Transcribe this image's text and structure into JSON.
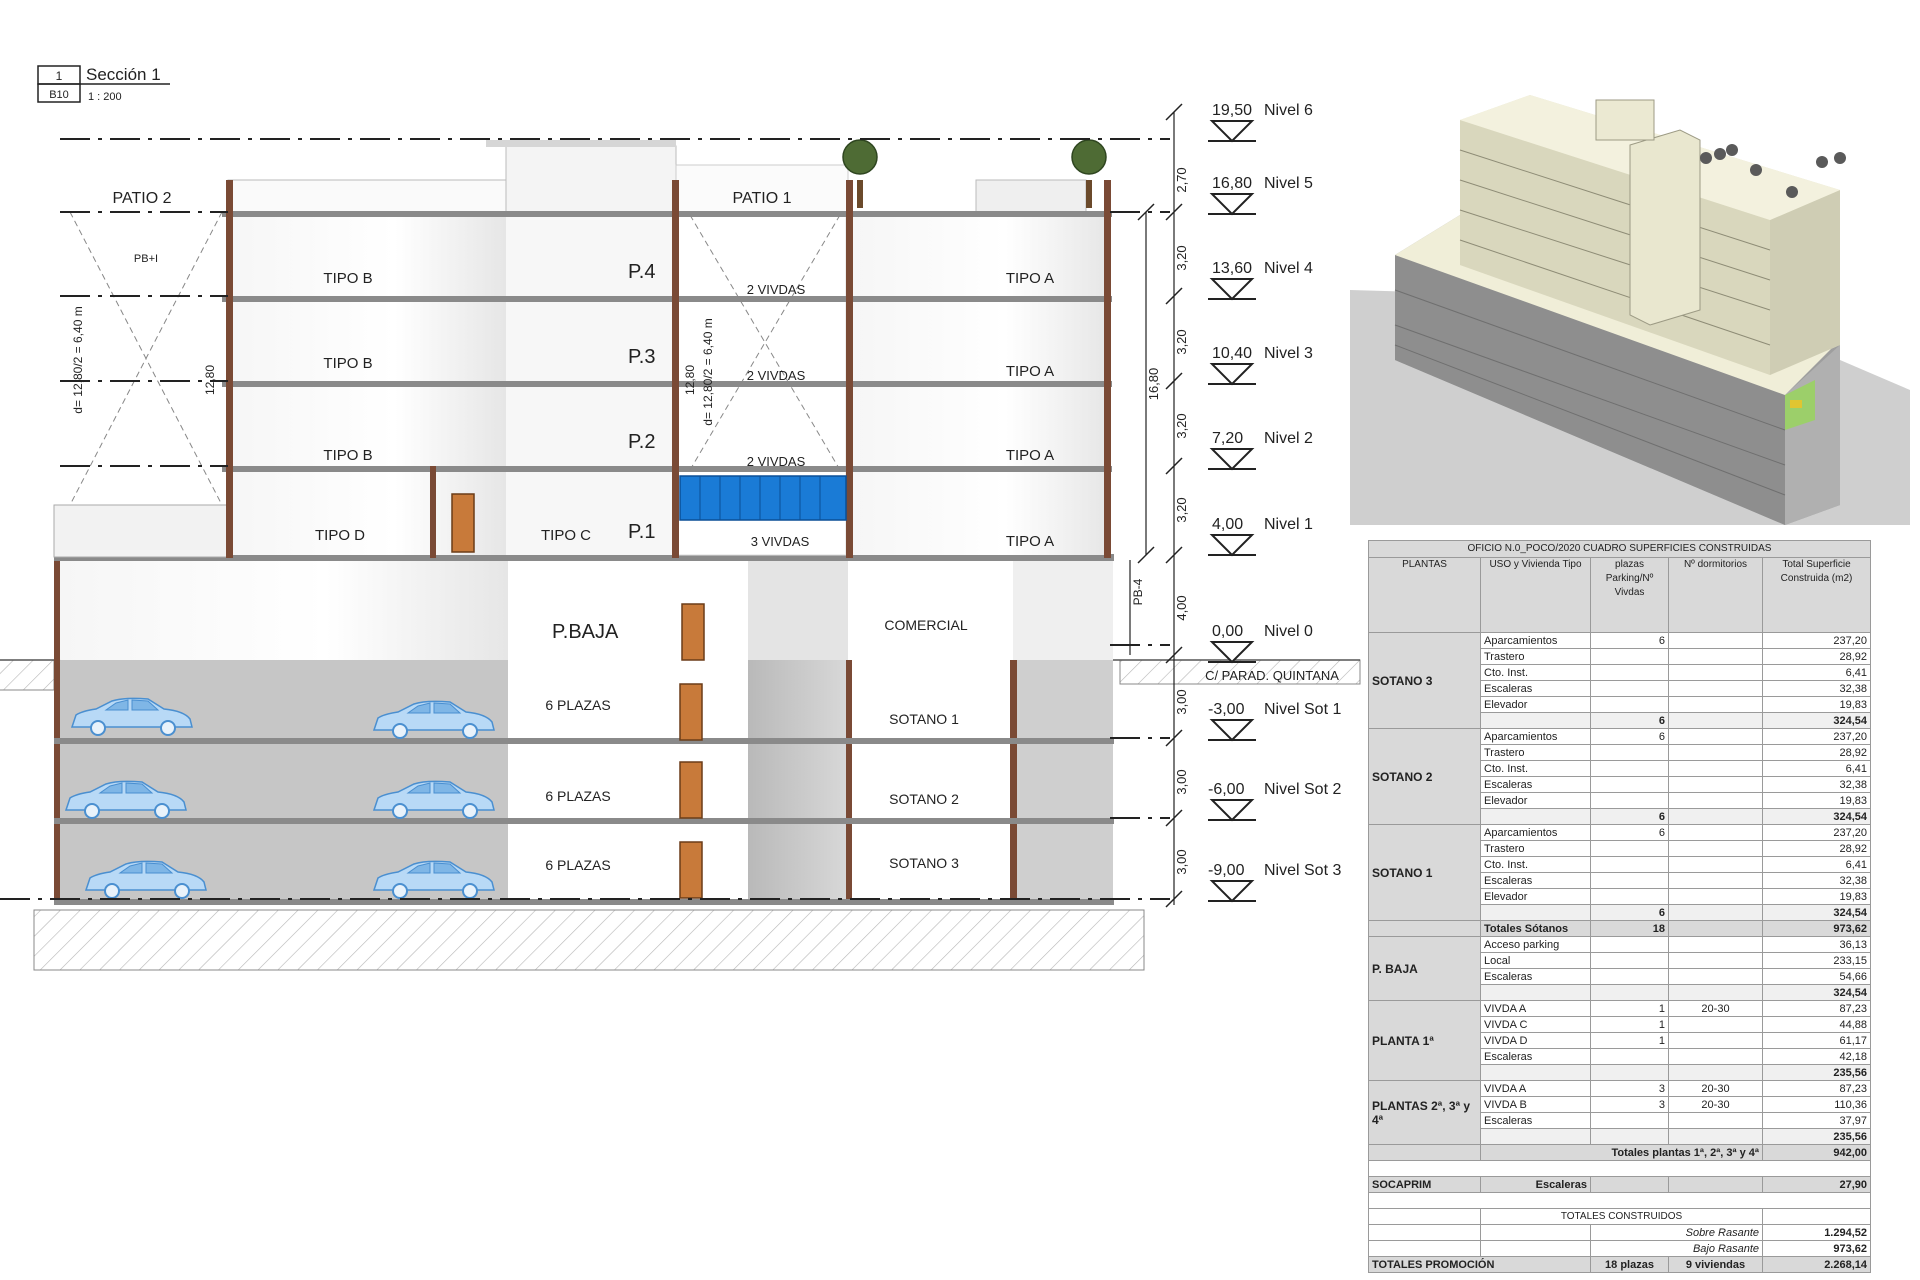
{
  "section": {
    "number": "1",
    "title": "Sección 1",
    "sheet": "B10",
    "scale": "1 : 200"
  },
  "levels": [
    {
      "elev": "19,50",
      "name": "Nivel 6"
    },
    {
      "elev": "16,80",
      "name": "Nivel 5"
    },
    {
      "elev": "13,60",
      "name": "Nivel 4"
    },
    {
      "elev": "10,40",
      "name": "Nivel 3"
    },
    {
      "elev": "7,20",
      "name": "Nivel 2"
    },
    {
      "elev": "4,00",
      "name": "Nivel 1"
    },
    {
      "elev": "0,00",
      "name": "Nivel 0"
    },
    {
      "elev": "-3,00",
      "name": "Nivel Sot 1"
    },
    {
      "elev": "-6,00",
      "name": "Nivel Sot 2"
    },
    {
      "elev": "-9,00",
      "name": "Nivel Sot 3"
    }
  ],
  "dims": {
    "storey": [
      "2,70",
      "3,20",
      "3,20",
      "3,20",
      "3,20",
      "4,00"
    ],
    "basement": [
      "3,00",
      "3,00",
      "3,00"
    ],
    "total_upper": "16,80",
    "patio_height_a": "12,80",
    "patio_height_b": "12,80",
    "patio_calc_a": "d= 12,80/2 = 6,40 m",
    "patio_calc_b": "d= 12,80/2 = 6,40 m",
    "pb": "PB-4"
  },
  "labels": {
    "patio2": "PATIO 2",
    "patio1": "PATIO 1",
    "pb_plus": "PB+I",
    "tipo_b": "TIPO B",
    "tipo_a": "TIPO A",
    "tipo_d": "TIPO D",
    "tipo_c": "TIPO C",
    "p4": "P.4",
    "p3": "P.3",
    "p2": "P.2",
    "p1": "P.1",
    "viv2a": "2 VIVDAS",
    "viv2b": "2 VIVDAS",
    "viv2c": "2 VIVDAS",
    "viv3": "3 VIVDAS",
    "pbaja": "P.BAJA",
    "comercial": "COMERCIAL",
    "plazas1": "6 PLAZAS",
    "plazas2": "6 PLAZAS",
    "plazas3": "6 PLAZAS",
    "sot1": "SOTANO 1",
    "sot2": "SOTANO 2",
    "sot3": "SOTANO 3",
    "street": "C/ PARAD. QUINTANA"
  },
  "table": {
    "title": "OFICIO N.0_POCO/2020     CUADRO SUPERFICIES CONSTRUIDAS",
    "headers": [
      "PLANTAS",
      "USO y Vivienda Tipo",
      "plazas Parking/Nº Vivdas",
      "Nº dormitorios",
      "Total Superficie Construida (m2)"
    ],
    "sotano3": {
      "name": "SOTANO 3",
      "rows": [
        [
          "Aparcamientos",
          "6",
          "",
          "237,20"
        ],
        [
          "Trastero",
          "",
          "",
          "28,92"
        ],
        [
          "Cto. Inst.",
          "",
          "",
          "6,41"
        ],
        [
          "Escaleras",
          "",
          "",
          "32,38"
        ],
        [
          "Elevador",
          "",
          "",
          "19,83"
        ]
      ],
      "subtotal": [
        "6",
        "324,54"
      ]
    },
    "sotano2": {
      "name": "SOTANO 2",
      "rows": [
        [
          "Aparcamientos",
          "6",
          "",
          "237,20"
        ],
        [
          "Trastero",
          "",
          "",
          "28,92"
        ],
        [
          "Cto. Inst.",
          "",
          "",
          "6,41"
        ],
        [
          "Escaleras",
          "",
          "",
          "32,38"
        ],
        [
          "Elevador",
          "",
          "",
          "19,83"
        ]
      ],
      "subtotal": [
        "6",
        "324,54"
      ]
    },
    "sotano1": {
      "name": "SOTANO 1",
      "rows": [
        [
          "Aparcamientos",
          "6",
          "",
          "237,20"
        ],
        [
          "Trastero",
          "",
          "",
          "28,92"
        ],
        [
          "Cto. Inst.",
          "",
          "",
          "6,41"
        ],
        [
          "Escaleras",
          "",
          "",
          "32,38"
        ],
        [
          "Elevador",
          "",
          "",
          "19,83"
        ]
      ],
      "subtotal": [
        "6",
        "324,54"
      ]
    },
    "total_sotanos": {
      "label": "Totales Sótanos",
      "count": "18",
      "value": "973,62"
    },
    "pbaja": {
      "name": "P. BAJA",
      "rows": [
        [
          "Acceso parking",
          "",
          "",
          "36,13"
        ],
        [
          "Local",
          "",
          "",
          "233,15"
        ],
        [
          "Escaleras",
          "",
          "",
          "54,66"
        ]
      ],
      "subtotal": "324,54"
    },
    "planta1": {
      "name": "PLANTA 1ª",
      "rows": [
        [
          "VIVDA A",
          "1",
          "20-30",
          "87,23"
        ],
        [
          "VIVDA C",
          "1",
          "",
          "44,88"
        ],
        [
          "VIVDA D",
          "1",
          "",
          "61,17"
        ],
        [
          "Escaleras",
          "",
          "",
          "42,18"
        ]
      ],
      "subtotal": "235,56"
    },
    "plantas": {
      "name": "PLANTAS 2ª, 3ª y 4ª",
      "rows": [
        [
          "VIVDA A",
          "3",
          "20-30",
          "87,23"
        ],
        [
          "VIVDA B",
          "3",
          "20-30",
          "110,36"
        ],
        [
          "Escaleras",
          "",
          "",
          "37,97"
        ]
      ],
      "subtotal": "235,56"
    },
    "total_plantas": {
      "label": "Totales plantas 1ª, 2ª, 3ª y 4ª",
      "value": "942,00"
    },
    "socaprim": {
      "name": "SOCAPRIM",
      "use": "Escaleras",
      "value": "27,90"
    },
    "totales_label": "TOTALES CONSTRUIDOS",
    "sobre": {
      "label": "Sobre Rasante",
      "value": "1.294,52"
    },
    "bajo": {
      "label": "Bajo Rasante",
      "value": "973,62"
    },
    "promocion": {
      "label": "TOTALES PROMOCIÓN",
      "plazas": "18 plazas",
      "viviendas": "9 viviendas",
      "value": "2.268,14"
    }
  },
  "colors": {
    "floor": "#8a8a8a",
    "column": "#7a4a35",
    "door": "#c87a3a",
    "glass": "#1a7bd6",
    "car": "#9cc8f0",
    "ground": "#bdbdbd"
  }
}
